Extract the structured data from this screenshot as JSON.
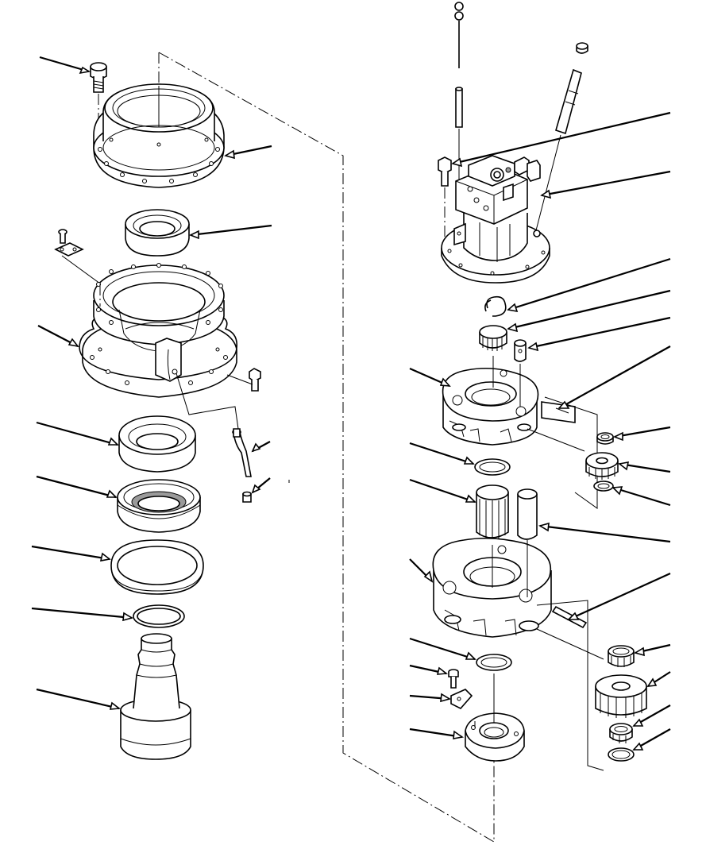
{
  "diagram": {
    "type": "exploded-parts-view",
    "background_color": "#ffffff",
    "line_color": "#000000",
    "left_column_parts": [
      "bolt",
      "housing-flange",
      "bearing",
      "plate-and-screw",
      "ring-gear-housing",
      "plug-bolt",
      "grease-tube",
      "tube-fitting",
      "roller-bearing",
      "oil-seal",
      "seal-ring",
      "o-ring",
      "pinion-shaft"
    ],
    "right_column_parts": [
      "dipstick",
      "level-gauge-pipe",
      "dowel-rod",
      "bolt",
      "swing-motor",
      "snap-ring",
      "sun-gear",
      "pin",
      "carrier-no1",
      "shim-plate",
      "needle-bearing",
      "planet-gear-no1",
      "thrust-washer",
      "thrust-washer",
      "sun-gear-no2",
      "carrier-pin",
      "carrier-no2",
      "shaft-pin",
      "needle-bearing",
      "planet-gear-no2",
      "bearing",
      "thrust-washer",
      "bolt",
      "lock-plate",
      "collar"
    ]
  }
}
